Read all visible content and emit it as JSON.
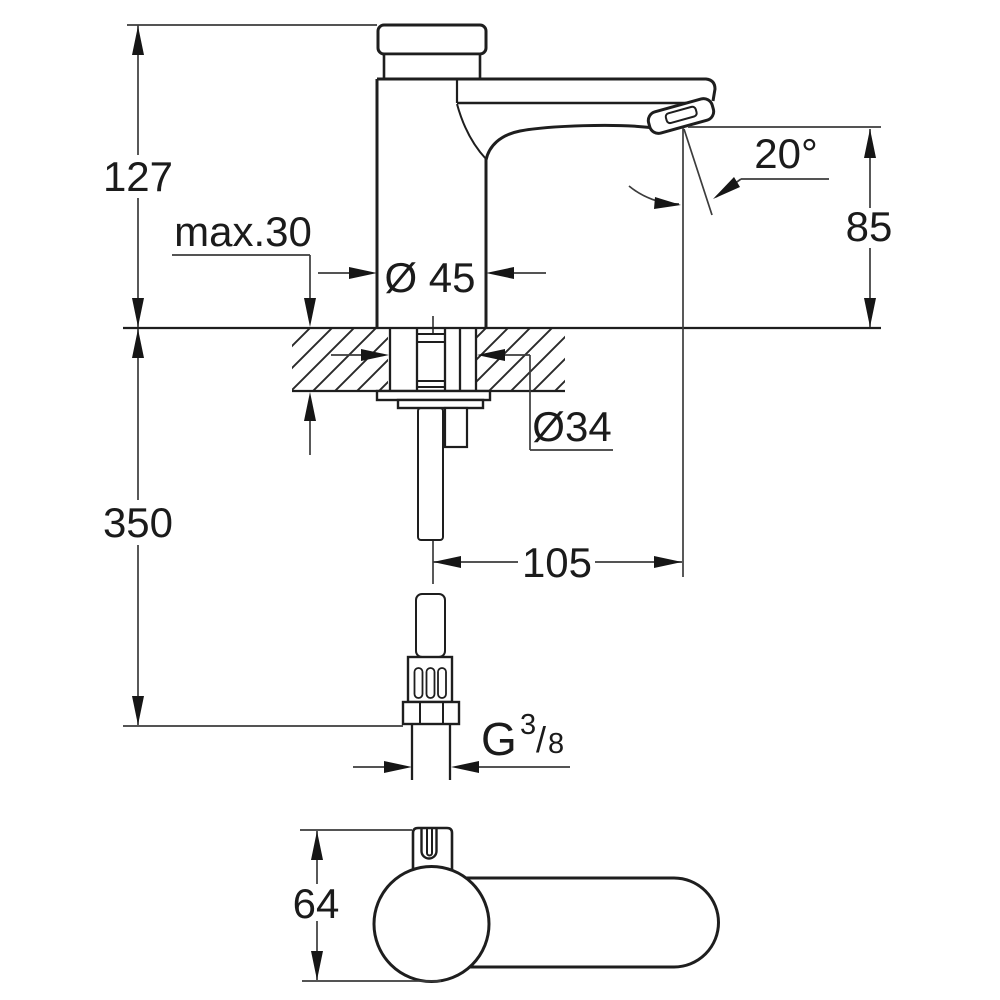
{
  "drawing": {
    "type": "technical-dimension-drawing",
    "subject": "self-closing pillar tap with mounting parts, side view and top view",
    "colors": {
      "line": "#1e1e1e",
      "dim_line": "#3c3c3c",
      "background": "#ffffff"
    },
    "dimensions": {
      "overall_height": "127",
      "deck_max_thickness": "max.30",
      "body_diameter": "Ø 45",
      "outlet_height": "85",
      "outlet_angle": "20°",
      "hole_diameter": "Ø34",
      "shank_hose_length": "350",
      "spout_reach": "105",
      "handle_width": "64",
      "thread": {
        "g": "G",
        "numerator": "3",
        "slash": "/",
        "denominator": "8"
      }
    }
  }
}
